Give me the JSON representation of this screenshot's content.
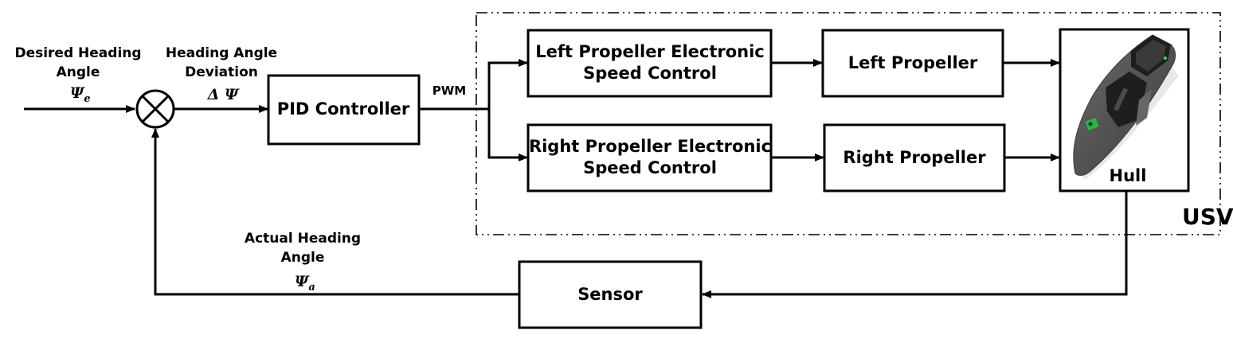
{
  "diagram": {
    "type": "closed-loop control block diagram",
    "group": {
      "label": "USV",
      "border_style": "dash-dot"
    },
    "signals": {
      "input": {
        "line1": "Desired Heading",
        "line2": "Angle",
        "symbol": "Ψ",
        "subscript": "e"
      },
      "error": {
        "line1": "Heading Angle",
        "line2": "Deviation",
        "symbol": "Δ Ψ"
      },
      "pwm": {
        "label": "PWM"
      },
      "feedback": {
        "line1": "Actual Heading",
        "line2": "Angle",
        "symbol": "Ψ",
        "subscript": "a"
      }
    },
    "summing_junction": {
      "symbol": "⊗"
    },
    "blocks": {
      "pid": {
        "label": "PID Controller"
      },
      "left_esc": {
        "line1": "Left Propeller Electronic",
        "line2": "Speed Control"
      },
      "right_esc": {
        "line1": "Right Propeller Electronic",
        "line2": "Speed Control"
      },
      "left_prop": {
        "label": "Left Propeller"
      },
      "right_prop": {
        "label": "Right Propeller"
      },
      "hull": {
        "label": "Hull",
        "image": "boat-image"
      },
      "sensor": {
        "label": "Sensor"
      }
    },
    "connections": [
      {
        "from": "input",
        "to": "summing_junction"
      },
      {
        "from": "summing_junction",
        "to": "pid",
        "label": "Δ Ψ"
      },
      {
        "from": "pid",
        "to": "left_esc",
        "label": "PWM"
      },
      {
        "from": "pid",
        "to": "right_esc",
        "label": "PWM"
      },
      {
        "from": "left_esc",
        "to": "left_prop"
      },
      {
        "from": "right_esc",
        "to": "right_prop"
      },
      {
        "from": "left_prop",
        "to": "hull"
      },
      {
        "from": "right_prop",
        "to": "hull"
      },
      {
        "from": "hull",
        "to": "sensor"
      },
      {
        "from": "sensor",
        "to": "summing_junction"
      }
    ],
    "colors": {
      "line": "#000000",
      "background": "#ffffff",
      "boat_hull": "#5a5a5a",
      "boat_deck": "#1e1e1e",
      "camera": "#2fb04a"
    }
  }
}
